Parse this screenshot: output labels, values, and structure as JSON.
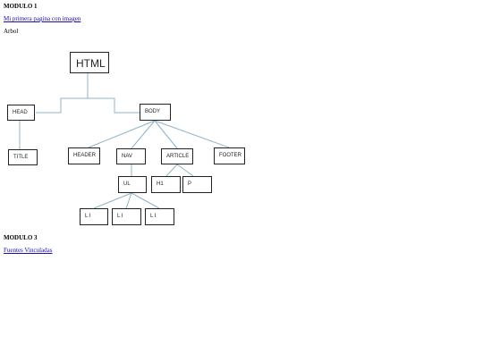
{
  "modulo1": {
    "heading": "MODULO 1",
    "link": "Mi primera pagina con imagen"
  },
  "arbol_label": "Arbol",
  "tree": {
    "html": "HTML",
    "head": "HEAD",
    "body": "BODY",
    "title": "TITLE",
    "header": "HEADER",
    "nav": "NAV",
    "article": "ARTICLE",
    "footer": "FOOTER",
    "ul": "UL",
    "h1": "H1",
    "p": "P",
    "li1": "L I",
    "li2": "L I",
    "li3": "L I",
    "line_color": "#8fb3c8"
  },
  "modulo3": {
    "heading": "MODULO 3",
    "link": "Fuentes Vinculadas"
  }
}
